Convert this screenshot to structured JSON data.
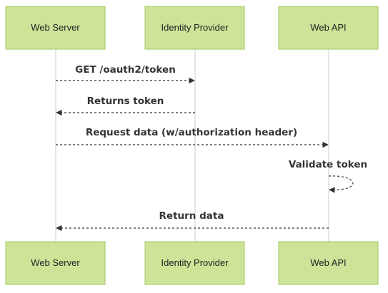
{
  "participants": {
    "web_server": "Web Server",
    "identity_provider": "Identity Provider",
    "web_api": "Web API"
  },
  "messages": [
    {
      "from": "web_server",
      "to": "identity_provider",
      "label": "GET /oauth2/token"
    },
    {
      "from": "identity_provider",
      "to": "web_server",
      "label": "Returns token"
    },
    {
      "from": "web_server",
      "to": "web_api",
      "label": "Request data (w/authorization header)"
    },
    {
      "from": "web_api",
      "to": "web_api",
      "label": "Validate token"
    },
    {
      "from": "web_api",
      "to": "web_server",
      "label": "Return data"
    }
  ],
  "colors": {
    "actor_fill": "#cde498",
    "actor_border": "#a3c760",
    "line": "#333333",
    "lifeline": "#cccccc"
  }
}
